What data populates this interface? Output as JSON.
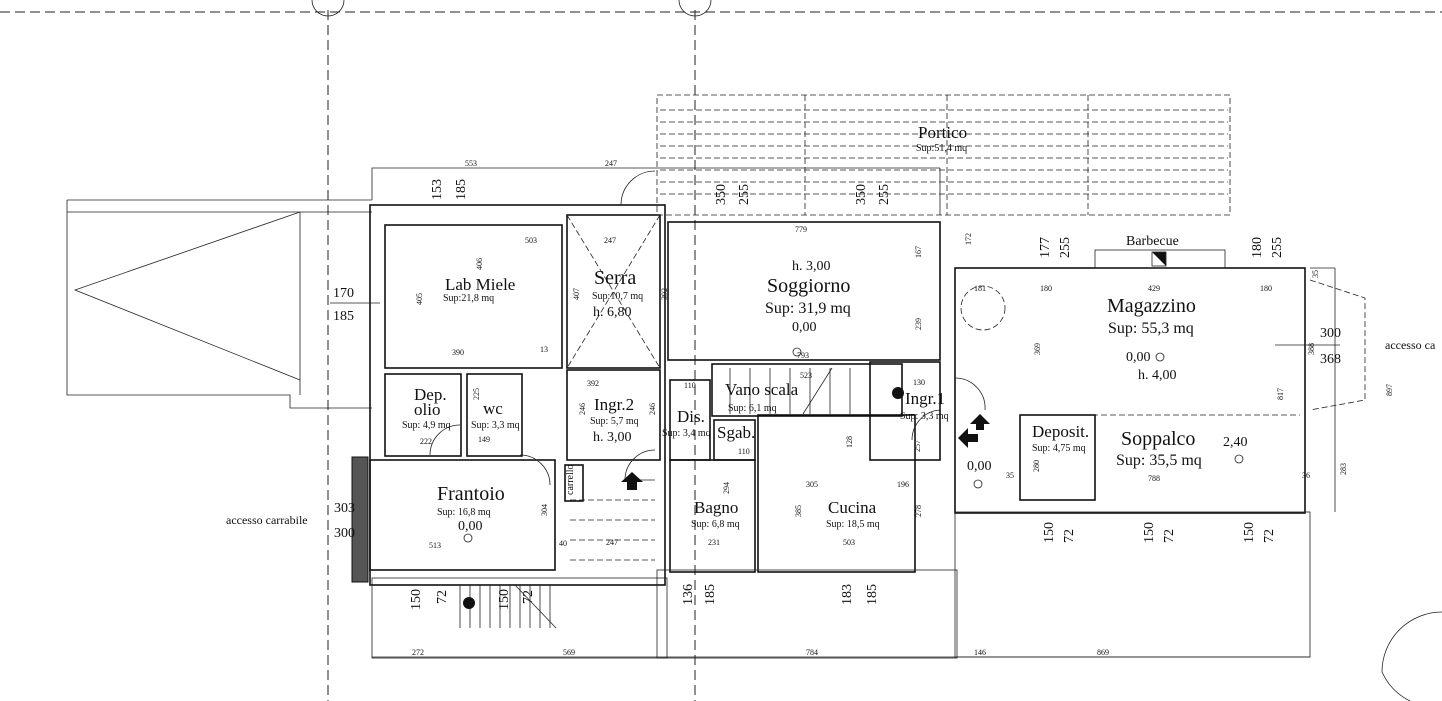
{
  "plan": {
    "notes": {
      "left_access": "accesso carrabile",
      "right_access": "accesso ca"
    },
    "rooms": {
      "lab_miele": {
        "name": "Lab Miele",
        "area": "Sup:21,8 mq"
      },
      "serra": {
        "name": "Serra",
        "area": "Sup:10,7 mq",
        "height": "h. 6,80"
      },
      "dep_olio": {
        "name1": "Dep.",
        "name2": "olio",
        "area": "Sup: 4,9 mq"
      },
      "wc": {
        "name": "wc",
        "area": "Sup: 3,3 mq"
      },
      "ingr2": {
        "name": "Ingr.2",
        "area": "Sup: 5,7 mq",
        "height": "h. 3,00"
      },
      "frantoio": {
        "name": "Frantoio",
        "area": "Sup: 16,8 mq",
        "level": "0,00"
      },
      "portico": {
        "name": "Portico",
        "area": "Sup:51,4 mq"
      },
      "soggiorno": {
        "name": "Soggiorno",
        "area": "Sup: 31,9 mq",
        "height": "h. 3,00",
        "level": "0,00"
      },
      "vano_scala": {
        "name": "Vano scala",
        "area": "Sup: 6,1 mq"
      },
      "dis": {
        "name": "Dis.",
        "area": "Sup: 3,4 mq"
      },
      "sgab": {
        "name": "Sgab."
      },
      "ingr1": {
        "name": "Ingr.1",
        "area": "Sup: 3,3 mq"
      },
      "bagno": {
        "name": "Bagno",
        "area": "Sup: 6,8 mq"
      },
      "cucina": {
        "name": "Cucina",
        "area": "Sup: 18,5 mq"
      },
      "barbecue": {
        "name": "Barbecue"
      },
      "magazzino": {
        "name": "Magazzino",
        "area": "Sup: 55,3 mq",
        "level": "0,00",
        "height": "h. 4,00"
      },
      "soppalco": {
        "name": "Soppalco",
        "area": "Sup: 35,5 mq",
        "level": "2,40"
      },
      "deposit": {
        "name": "Deposit.",
        "area": "Sup: 4,75 mq"
      },
      "outside": {
        "level": "0,00"
      }
    },
    "small_labels": {
      "carrello": "carrello"
    },
    "dimensions": {
      "d553": "553",
      "d247a": "247",
      "d153": "153",
      "d185a": "185",
      "d503a": "503",
      "d406": "406",
      "d405": "405",
      "d390": "390",
      "d13": "13",
      "d247b": "247",
      "d407": "407",
      "d392a": "392",
      "d392b": "392",
      "d170": "170",
      "d185b": "185",
      "d222": "222",
      "d225": "225",
      "d149": "149",
      "d246a": "246",
      "d246b": "246",
      "d303": "303",
      "d300a": "300",
      "d304": "304",
      "d513": "513",
      "d40": "40",
      "d247c": "247",
      "d150a": "150",
      "d72a": "72",
      "d150b": "150",
      "d72b": "72",
      "d272": "272",
      "d569": "569",
      "d350a": "350",
      "d255a": "255",
      "d350b": "350",
      "d255b": "255",
      "d779": "779",
      "d167": "167",
      "d239": "239",
      "d793": "793",
      "d110a": "110",
      "d523": "523",
      "d130": "130",
      "d110b": "110",
      "d128": "128",
      "d257": "257",
      "d305a": "305",
      "d196": "196",
      "d385": "385",
      "d278": "278",
      "d503b": "503",
      "d294": "294",
      "d231": "231",
      "d136": "136",
      "d185c": "185",
      "d183": "183",
      "d185d": "185",
      "d784": "784",
      "d146": "146",
      "d869": "869",
      "d172": "172",
      "d177": "177",
      "d255c": "255",
      "d180a": "180",
      "d255d": "255",
      "d181": "181",
      "d180b": "180",
      "d429": "429",
      "d180c": "180",
      "d35a": "35",
      "d300b": "300",
      "d368": "368",
      "d369": "369",
      "d388": "388",
      "d817": "817",
      "d897": "897",
      "d283": "283",
      "d35b": "35",
      "d36": "36",
      "d280": "280",
      "d788": "788",
      "d150c": "150",
      "d72c": "72",
      "d150d": "150",
      "d72d": "72",
      "d150e": "150",
      "d72e": "72"
    }
  }
}
